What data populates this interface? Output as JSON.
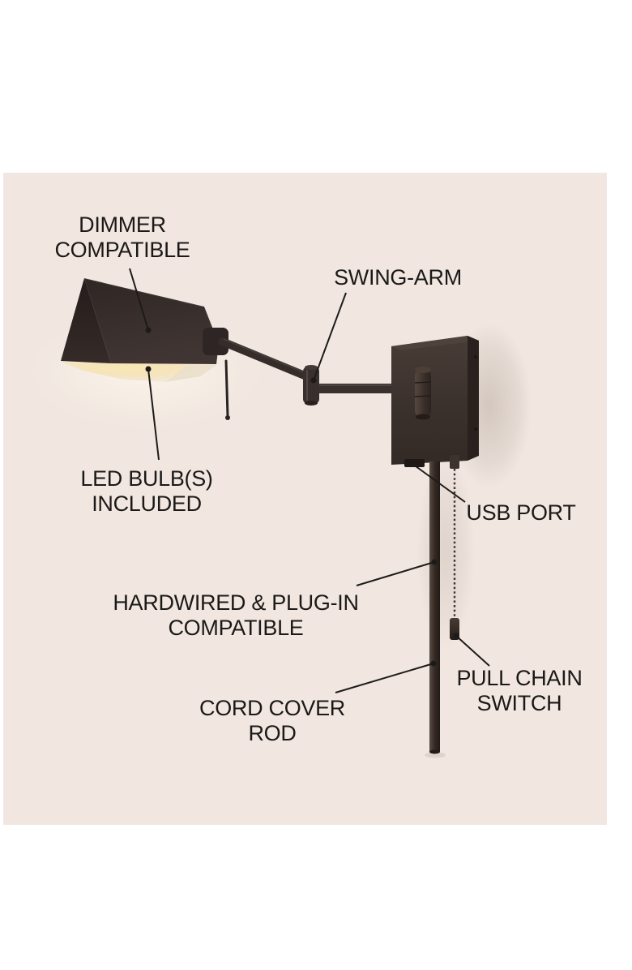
{
  "figure": {
    "type": "product-feature-diagram",
    "subject": "swing-arm wall sconce lamp"
  },
  "callouts": {
    "dimmer": {
      "line1": "DIMMER",
      "line2": "COMPATIBLE"
    },
    "swing_arm": {
      "line1": "SWING-ARM"
    },
    "led_bulb": {
      "line1": "LED BULB(S)",
      "line2": "INCLUDED"
    },
    "usb_port": {
      "line1": "USB PORT"
    },
    "hardwired": {
      "line1": "HARDWIRED & PLUG-IN",
      "line2": "COMPATIBLE"
    },
    "cord_cover": {
      "line1": "CORD COVER",
      "line2": "ROD"
    },
    "pull_chain": {
      "line1": "PULL CHAIN",
      "line2": "SWITCH"
    }
  },
  "colors": {
    "page_background": "#ffffff",
    "panel_background": "#f1e7e0",
    "label_text": "#1b1918",
    "lamp_body_dark": "#38302d",
    "lamp_glow_warm": "#f6e4b4",
    "leader_line": "#1d1b19"
  }
}
